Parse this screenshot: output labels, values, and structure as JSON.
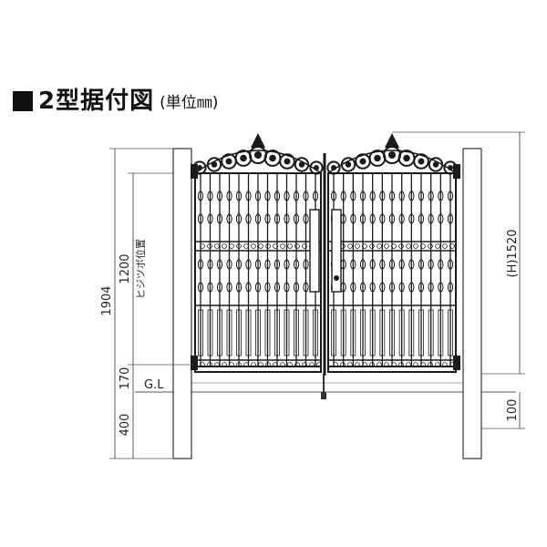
{
  "title": {
    "main": "2型据付図",
    "unit": "(単位㎜)"
  },
  "dimensions": {
    "total_height": "1904",
    "hinge_position_value": "1200",
    "hinge_position_label": "ヒジツボ位置",
    "ground_gap": "170",
    "ground_level": "G.L",
    "embed_depth": "400",
    "gate_height": "(H)1520",
    "right_embed": "100"
  },
  "colors": {
    "ink": "#1a1a1a",
    "line": "#444444",
    "post_fill": "#ffffff"
  }
}
